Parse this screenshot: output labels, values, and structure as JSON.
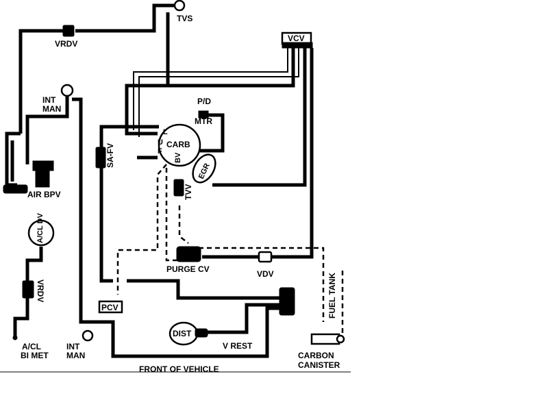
{
  "labels": {
    "tvs": "TVS",
    "vrdv_top": "VRDV",
    "vcv": "VCV",
    "int_man_top_1": "INT",
    "int_man_top_2": "MAN",
    "pd_mtr_1": "P/D",
    "pd_mtr_2": "MTR",
    "carb": "CARB",
    "carb_l": "L",
    "carb_u": "U",
    "carb_f": "F",
    "carb_bv": "BV",
    "egr": "EGR",
    "sa_fv": "SA-FV",
    "tvv": "TVV",
    "air_bpv": "AIR BPV",
    "acl_dv": "A/CL DV",
    "vrdv_left": "VRDV",
    "purge_cv": "PURGE CV",
    "vdv": "VDV",
    "pcv": "PCV",
    "fuel_tank": "FUEL TANK",
    "dist": "DIST",
    "v_rest": "V REST",
    "acl_bimet_1": "A/CL",
    "acl_bimet_2": "BI MET",
    "int_man_bot_1": "INT",
    "int_man_bot_2": "MAN",
    "carbon_canister_1": "CARBON",
    "carbon_canister_2": "CANISTER",
    "front_of_vehicle": "FRONT OF VEHICLE"
  }
}
